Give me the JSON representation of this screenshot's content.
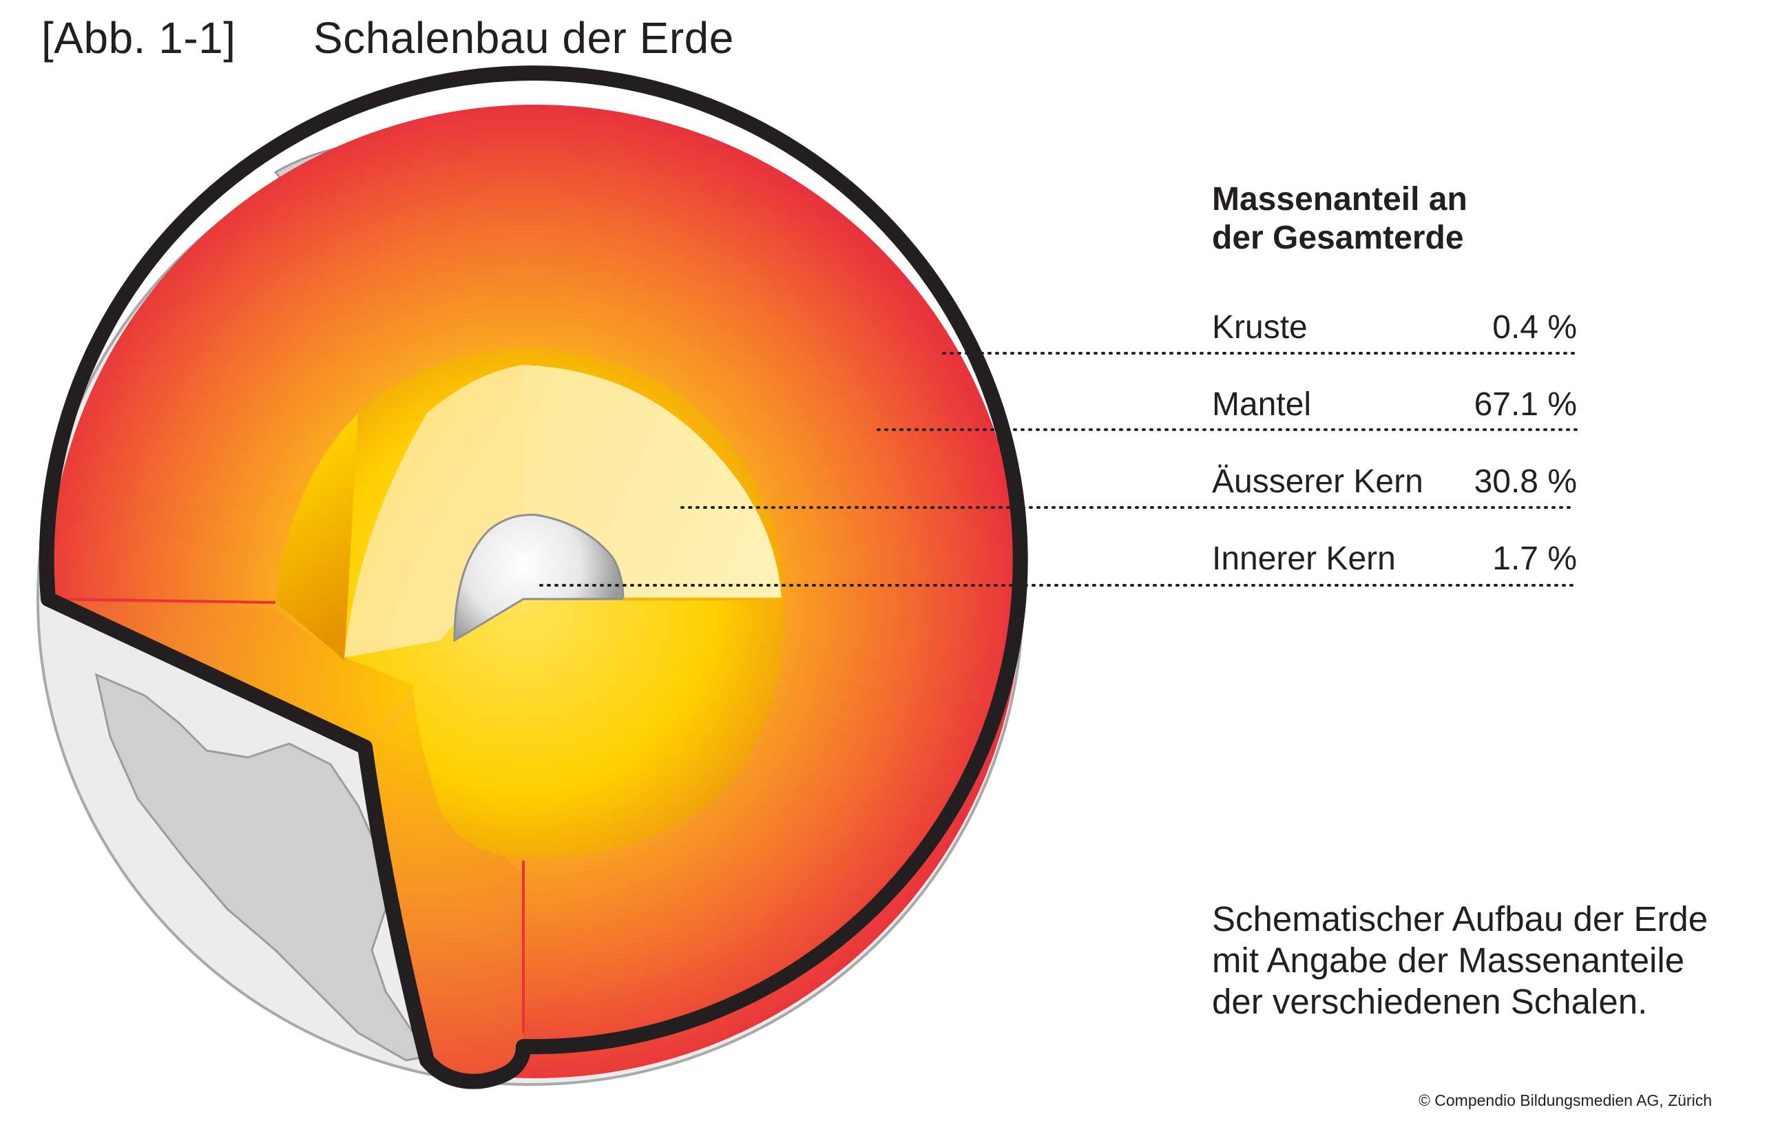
{
  "figure": {
    "label": "[Abb. 1-1]",
    "title": "Schalenbau der Erde"
  },
  "legend": {
    "heading_line1": "Massenanteil an",
    "heading_line2": "der Gesamterde",
    "layers": [
      {
        "name": "Kruste",
        "value": "0.4 %"
      },
      {
        "name": "Mantel",
        "value": "67.1 %"
      },
      {
        "name": "Äusserer Kern",
        "value": "30.8 %"
      },
      {
        "name": "Innerer Kern",
        "value": "1.7 %"
      }
    ]
  },
  "caption": {
    "line1": "Schematischer Aufbau der Erde",
    "line2": "mit Angabe der Massenanteile",
    "line3": "der verschiedenen Schalen."
  },
  "copyright": "© Compendio Bildungsmedien AG, Zürich",
  "colors": {
    "crust_outline": "#231f20",
    "mantle_outer": "#e8323c",
    "mantle_inner": "#f7a12a",
    "outer_core": "#ffd400",
    "outer_core_cut": "#fde79a",
    "inner_core": "#d9d9d9",
    "globe_surface": "#ececec",
    "continents": "#cfcfcf"
  }
}
